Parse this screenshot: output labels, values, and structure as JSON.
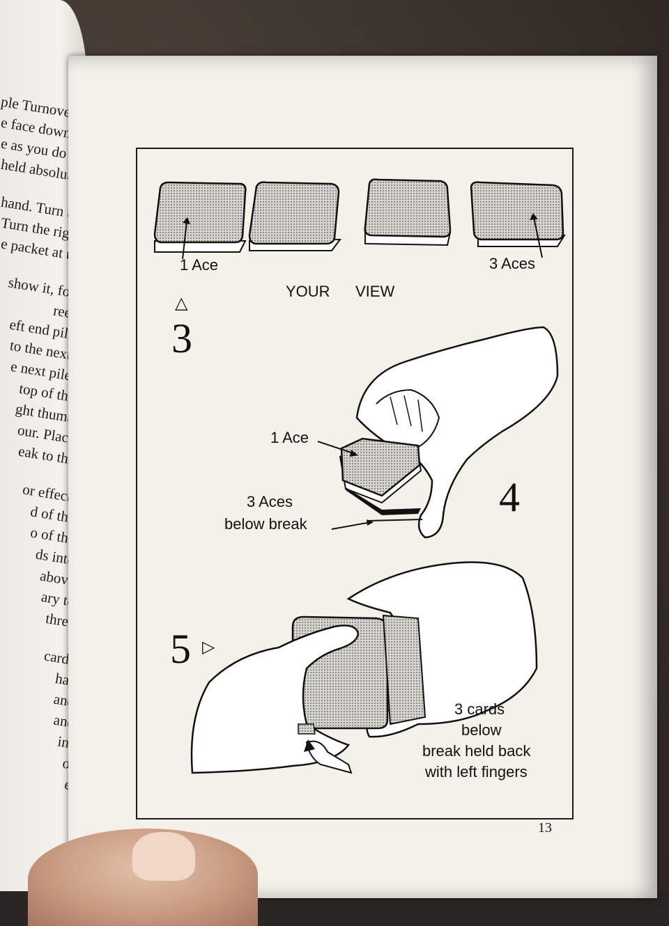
{
  "left_page_lines": [
    "ple Turnover the",
    "e face down and",
    "e as you do this",
    "held absolutely",
    "",
    "hand. Turn the",
    "Turn the right",
    "e packet at the",
    "",
    "show it, for",
    "ree.",
    "eft end pile",
    "to the next.",
    "e next pile.",
    "top of the",
    "ght thumb",
    "our. Place",
    "eak to the",
    "",
    "or effect.",
    "d of the",
    "o of the",
    "ds into",
    "above",
    "ary to",
    "three",
    "",
    "cards",
    "has",
    "and",
    "and",
    "ins",
    "of",
    "e."
  ],
  "figure": {
    "top_label_left": "1 Ace",
    "top_label_right": "3 Aces",
    "your_view_1": "YOUR",
    "your_view_2": "VIEW",
    "step3": "3",
    "step4": "4",
    "step5": "5",
    "step4_label_ace": "1 Ace",
    "step4_label_aces_1": "3 Aces",
    "step4_label_aces_2": "below break",
    "step5_label_1": "3 cards",
    "step5_label_2": "below",
    "step5_label_3": "break held back",
    "step5_label_4": "with left fingers",
    "tri_up": "△",
    "tri_right": "▷"
  },
  "page_number": "13"
}
